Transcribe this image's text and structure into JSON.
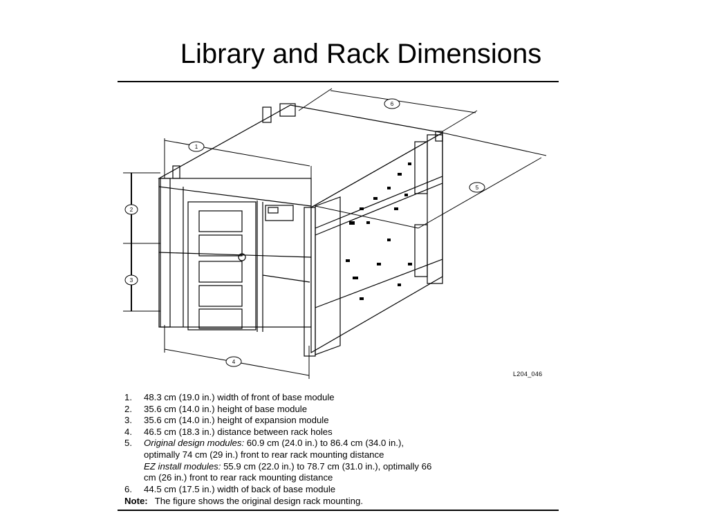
{
  "slide": {
    "title": "Library and Rack Dimensions"
  },
  "figure": {
    "id": "L204_046",
    "callouts": [
      "1",
      "2",
      "3",
      "4",
      "5",
      "6"
    ]
  },
  "legend": {
    "items": [
      {
        "num": "1.",
        "lines": [
          [
            {
              "t": "48.3 cm (19.0 in.) width of front of base module"
            }
          ]
        ]
      },
      {
        "num": "2.",
        "lines": [
          [
            {
              "t": "35.6 cm (14.0 in.) height of base module"
            }
          ]
        ]
      },
      {
        "num": "3.",
        "lines": [
          [
            {
              "t": "35.6 cm (14.0 in.) height of expansion module"
            }
          ]
        ]
      },
      {
        "num": "4.",
        "lines": [
          [
            {
              "t": "46.5 cm (18.3 in.) distance between rack holes"
            }
          ]
        ]
      },
      {
        "num": "5.",
        "lines": [
          [
            {
              "t": "Original design modules:",
              "i": true
            },
            {
              "t": " 60.9 cm (24.0 in.) to 86.4 cm (34.0 in.),"
            }
          ],
          [
            {
              "t": "optimally 74 cm (29 in.) front to rear rack mounting distance"
            }
          ],
          [
            {
              "t": "EZ install modules:",
              "i": true
            },
            {
              "t": " 55.9 cm (22.0 in.) to 78.7 cm (31.0 in.), optimally 66"
            }
          ],
          [
            {
              "t": "cm (26 in.) front to rear rack mounting distance"
            }
          ]
        ]
      },
      {
        "num": "6.",
        "lines": [
          [
            {
              "t": "44.5 cm (17.5 in.) width of back of base module"
            }
          ]
        ]
      }
    ],
    "note_label": "Note:",
    "note_text": "The figure shows the original design rack mounting."
  }
}
